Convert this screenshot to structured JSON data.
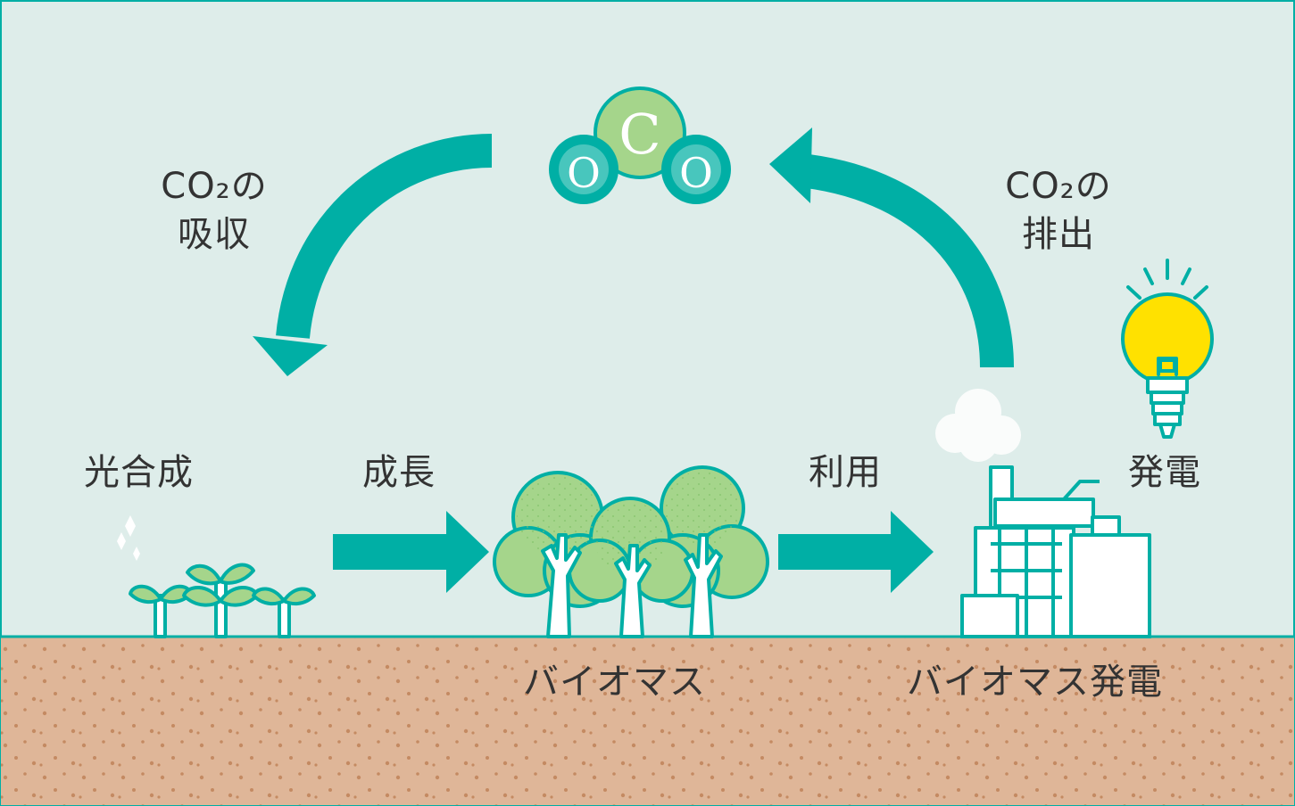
{
  "labels": {
    "co2_absorption_line1": "CO₂の",
    "co2_absorption_line2": "吸収",
    "co2_emission_line1": "CO₂の",
    "co2_emission_line2": "排出",
    "photosynthesis": "光合成",
    "growth": "成長",
    "utilization": "利用",
    "power_generation": "発電",
    "biomass": "バイオマス",
    "biomass_power": "バイオマス発電"
  },
  "molecule": {
    "center_atom": "C",
    "left_atom": "O",
    "right_atom": "O"
  },
  "colors": {
    "sky": "#deedea",
    "teal": "#00afa5",
    "leaf_green": "#a5d58b",
    "soil": "#dfb698",
    "bulb_yellow": "#ffe100"
  }
}
